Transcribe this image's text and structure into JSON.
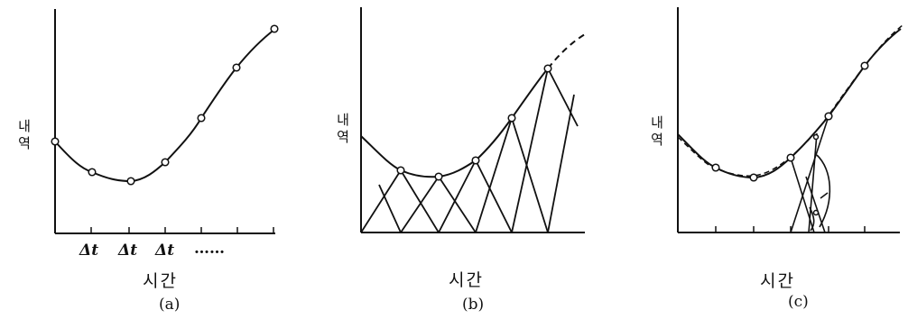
{
  "panels": [
    {
      "id": "a",
      "caption": "(a)",
      "ylabel_line1": "내",
      "ylabel_line2": "역",
      "xlabel": "시간",
      "ticks": [
        "Δt",
        "Δt",
        "Δt",
        "……"
      ]
    },
    {
      "id": "b",
      "caption": "(b)",
      "ylabel_line1": "내",
      "ylabel_line2": "역",
      "xlabel": "시간"
    },
    {
      "id": "c",
      "caption": "(c)",
      "ylabel_line1": "내",
      "ylabel_line2": "역",
      "xlabel": "시간"
    }
  ],
  "colors": {
    "ink": "#111111",
    "background": "#ffffff"
  }
}
